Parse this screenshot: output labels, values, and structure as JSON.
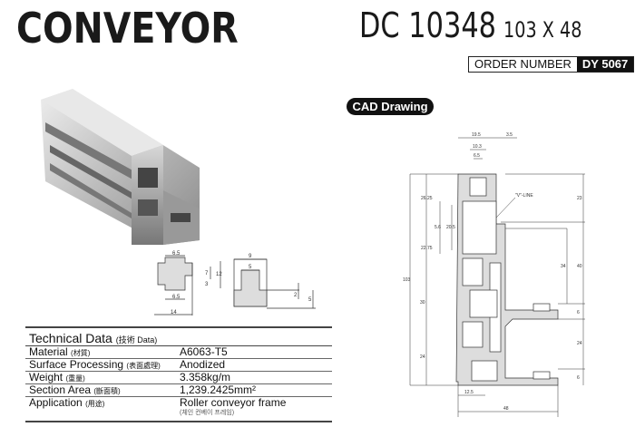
{
  "header": {
    "title": "CONVEYOR",
    "model": "DC 10348",
    "dimensions": "103 X 48"
  },
  "order": {
    "label": "ORDER NUMBER",
    "value": "DY 5067"
  },
  "cad_label": "CAD Drawing",
  "technical_data": {
    "title": "Technical Data",
    "title_sub": "(技術 Data)",
    "rows": [
      {
        "label": "Material",
        "label_sub": "(材質)",
        "value": "A6063-T5"
      },
      {
        "label": "Surface Processing",
        "label_sub": "(表面處理)",
        "value": "Anodized"
      },
      {
        "label": "Weight",
        "label_sub": "(重量)",
        "value": "3.358kg/m"
      },
      {
        "label": "Section Area",
        "label_sub": "(斷面積)",
        "value": "1,239.2425mm²"
      },
      {
        "label": "Application",
        "label_sub": "(用途)",
        "value": "Roller conveyor frame",
        "value_sub": "(체인 컨베이 프레임)"
      }
    ]
  },
  "slot_detail": {
    "a": "6.5",
    "b": "6.5",
    "c": "14",
    "d": "12",
    "e": "7",
    "f": "3",
    "g": "9",
    "h": "5",
    "i": "2",
    "j": "5"
  },
  "cad": {
    "d1": "19.5",
    "d2": "3.5",
    "d3": "10.3",
    "d4": "6.5",
    "d5": "26.25",
    "d6": "22.75",
    "d7": "5.6",
    "d8": "20.5",
    "d9": "103",
    "d10": "30",
    "d11": "24",
    "d12": "23",
    "d13": "40",
    "d14": "34",
    "d15": "6",
    "d16": "24",
    "d17": "6",
    "d18": "12.5",
    "d19": "48",
    "vline": "\"V\"-LINE"
  }
}
